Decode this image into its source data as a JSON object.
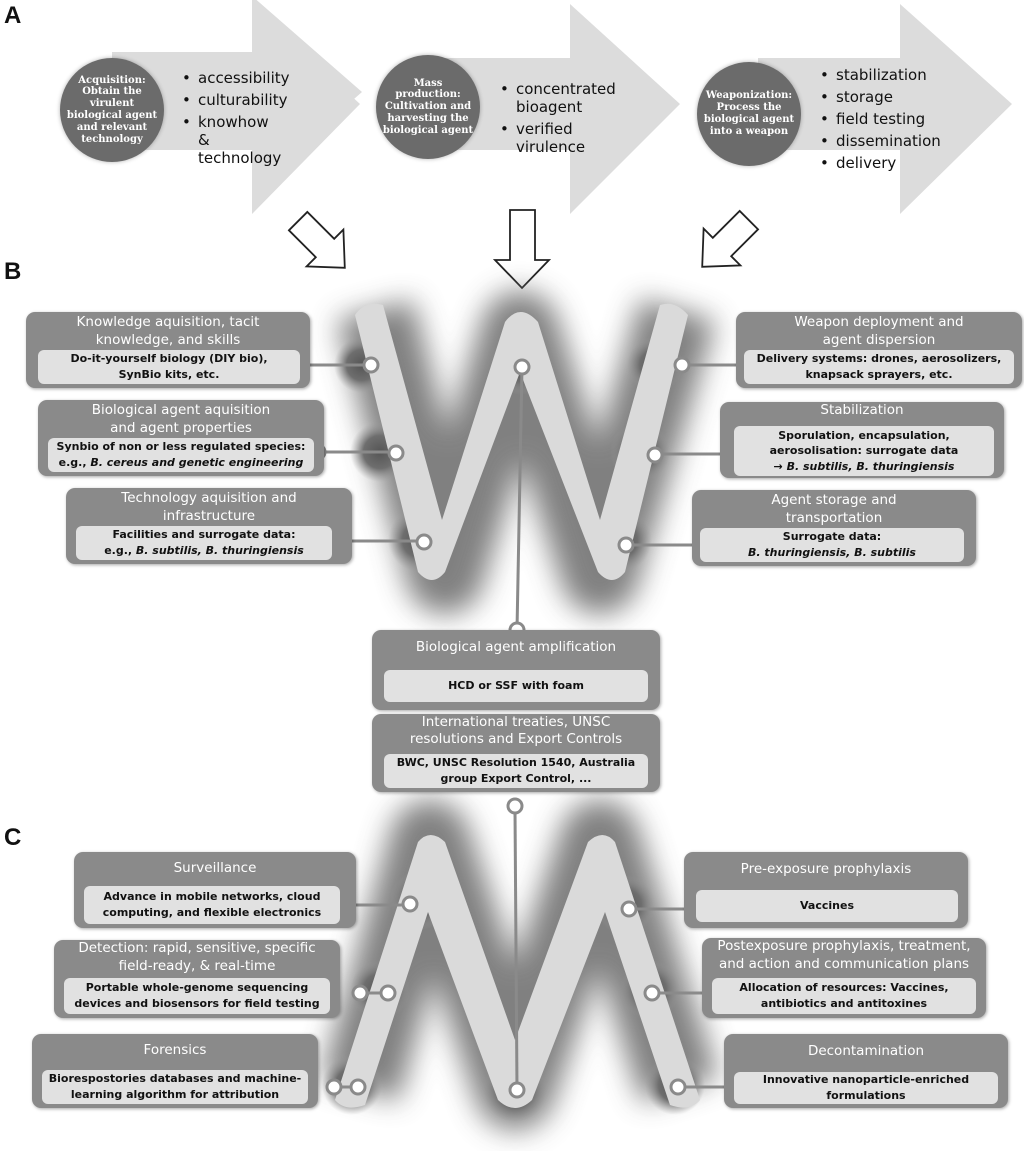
{
  "panels": {
    "a": "A",
    "b": "B",
    "c": "C"
  },
  "section_a": {
    "stages": [
      {
        "circle": "Acquisition: Obtain the virulent biological agent and relevant technology",
        "bullets": [
          "accessibility",
          "culturability",
          "knowhow & technology"
        ]
      },
      {
        "circle": "Mass production: Cultivation and harvesting the biological agent",
        "bullets": [
          "concentrated bioagent",
          "verified virulence"
        ]
      },
      {
        "circle": "Weaponization: Process the biological agent into a weapon",
        "bullets": [
          "stabilization",
          "storage",
          "field testing",
          "dissemination",
          "delivery"
        ]
      }
    ]
  },
  "section_b": {
    "knowledge": {
      "title": "Knowledge aquisition, tacit knowledge, and skills",
      "line1": "Do-it-yourself biology (DIY bio),",
      "line2": "SynBio kits, etc."
    },
    "bioagent": {
      "title": "Biological agent aquisition and agent properties",
      "line1": "Synbio of non or less regulated species:",
      "line2_prefix": "e.g., ",
      "line2_italic": "B. cereus and genetic engineering"
    },
    "technology": {
      "title": "Technology aquisition and infrastructure",
      "line1": "Facilities and surrogate data:",
      "line2_prefix": "e.g., ",
      "line2_italic": "B. subtilis, B. thuringiensis"
    },
    "weapon": {
      "title": "Weapon deployment and agent dispersion",
      "line1": "Delivery systems: drones, aerosolizers,",
      "line2": "knapsack sprayers, etc."
    },
    "stabilization": {
      "title": "Stabilization",
      "line1": "Sporulation, encapsulation,",
      "line2": "aerosolisation: surrogate data",
      "line3_prefix": "→ ",
      "line3_italic": "B. subtilis, B. thuringiensis"
    },
    "storage": {
      "title": "Agent storage and transportation",
      "line1": "Surrogate data:",
      "line2_italic": "B. thuringiensis, B. subtilis"
    },
    "amplification": {
      "title": "Biological agent amplification",
      "content": "HCD or SSF with foam"
    },
    "treaties": {
      "title": "International treaties, UNSC resolutions and Export Controls",
      "line1": "BWC, UNSC Resolution 1540, Australia",
      "line2": "group Export Control, ..."
    }
  },
  "section_c": {
    "surveillance": {
      "title": "Surveillance",
      "line1": "Advance in mobile networks, cloud",
      "line2": "computing, and flexible electronics"
    },
    "detection": {
      "title": "Detection: rapid, sensitive, specific field-ready, & real-time",
      "line1": "Portable whole-genome sequencing",
      "line2": "devices and biosensors for field testing"
    },
    "forensics": {
      "title": "Forensics",
      "line1": "Biorespostories databases and machine-",
      "line2": "learning algorithm for attribution"
    },
    "preexposure": {
      "title": "Pre-exposure prophylaxis",
      "content": "Vaccines"
    },
    "postexposure": {
      "title": "Postexposure prophylaxis, treatment, and action and communication plans",
      "line1": "Allocation of resources: Vaccines,",
      "line2": "antibiotics and antitoxines"
    },
    "decontamination": {
      "title": "Decontamination",
      "line1": "Innovative nanoparticle-enriched",
      "line2": "formulations"
    }
  },
  "colors": {
    "box": "#8a8a8a",
    "inner": "#e1e1e1",
    "arrow": "#dadada",
    "circle": "#6b6b6b",
    "letter": "#d6d6d6"
  }
}
